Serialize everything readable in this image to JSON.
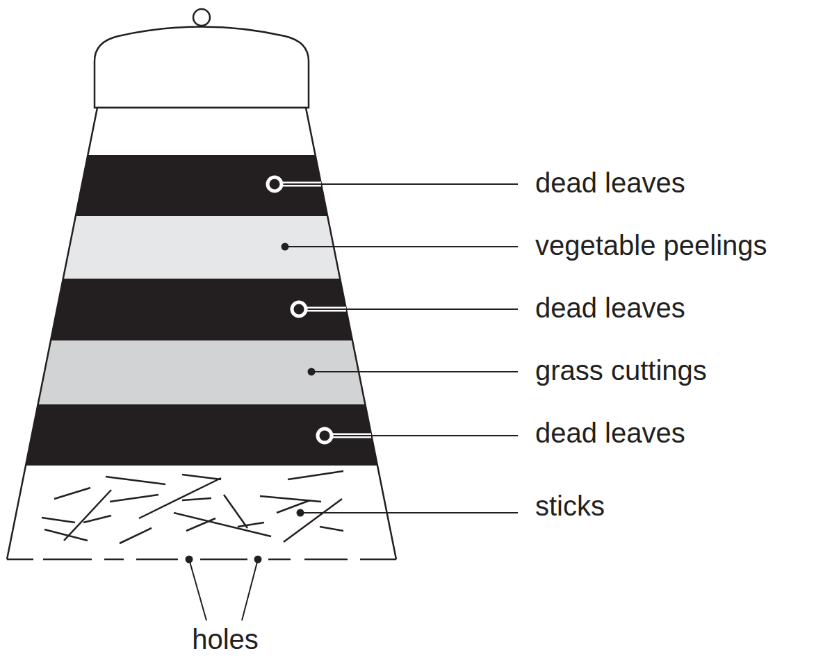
{
  "diagram": {
    "labels": [
      "dead leaves",
      "vegetable peelings",
      "dead leaves",
      "grass cuttings",
      "dead leaves",
      "sticks",
      "holes"
    ]
  }
}
